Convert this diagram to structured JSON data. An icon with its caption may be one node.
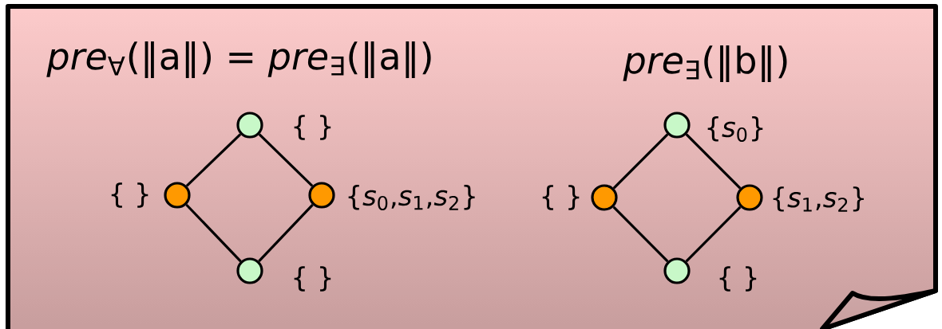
{
  "diagram": {
    "nodes": [
      {
        "text": [],
        "shape": "circle",
        "beside": [
          "{ }"
        ]
      },
      {
        "text": [],
        "shape": "circle",
        "beside": [
          "{ }"
        ]
      },
      {
        "text": [],
        "shape": "circle",
        "beside": [
          "{*s*$_{0}$,*s*$_{1}$,*s*$_{2}$}"
        ]
      },
      {
        "text": [],
        "shape": "circle",
        "beside": [
          "{ }"
        ]
      },
      {
        "text": [],
        "shape": "circle",
        "beside": [
          "{*s*$_{0}$}"
        ]
      },
      {
        "text": [],
        "shape": "circle",
        "beside": [
          "{ }"
        ]
      },
      {
        "text": [],
        "shape": "circle",
        "beside": [
          "{*s*$_{1}$,*s*$_{2}$}"
        ]
      },
      {
        "text": [],
        "shape": "circle",
        "beside": [
          "{ }"
        ]
      }
    ],
    "edges": [
      {
        "from": 0,
        "to": 1,
        "arrow": "none"
      },
      {
        "from": 0,
        "to": 2,
        "arrow": "none"
      },
      {
        "from": 1,
        "to": 3,
        "arrow": "none"
      },
      {
        "from": 2,
        "to": 3,
        "arrow": "none"
      },
      {
        "from": 4,
        "to": 5,
        "arrow": "none"
      },
      {
        "from": 4,
        "to": 6,
        "arrow": "none"
      },
      {
        "from": 5,
        "to": 7,
        "arrow": "none"
      },
      {
        "from": 6,
        "to": 7,
        "arrow": "none"
      }
    ],
    "labels": [
      "*pre*$_{∀}$(‖a‖) = *pre*$_{∃}$(‖a‖)",
      "*pre*$_{∃}$(‖b‖)"
    ]
  }
}
